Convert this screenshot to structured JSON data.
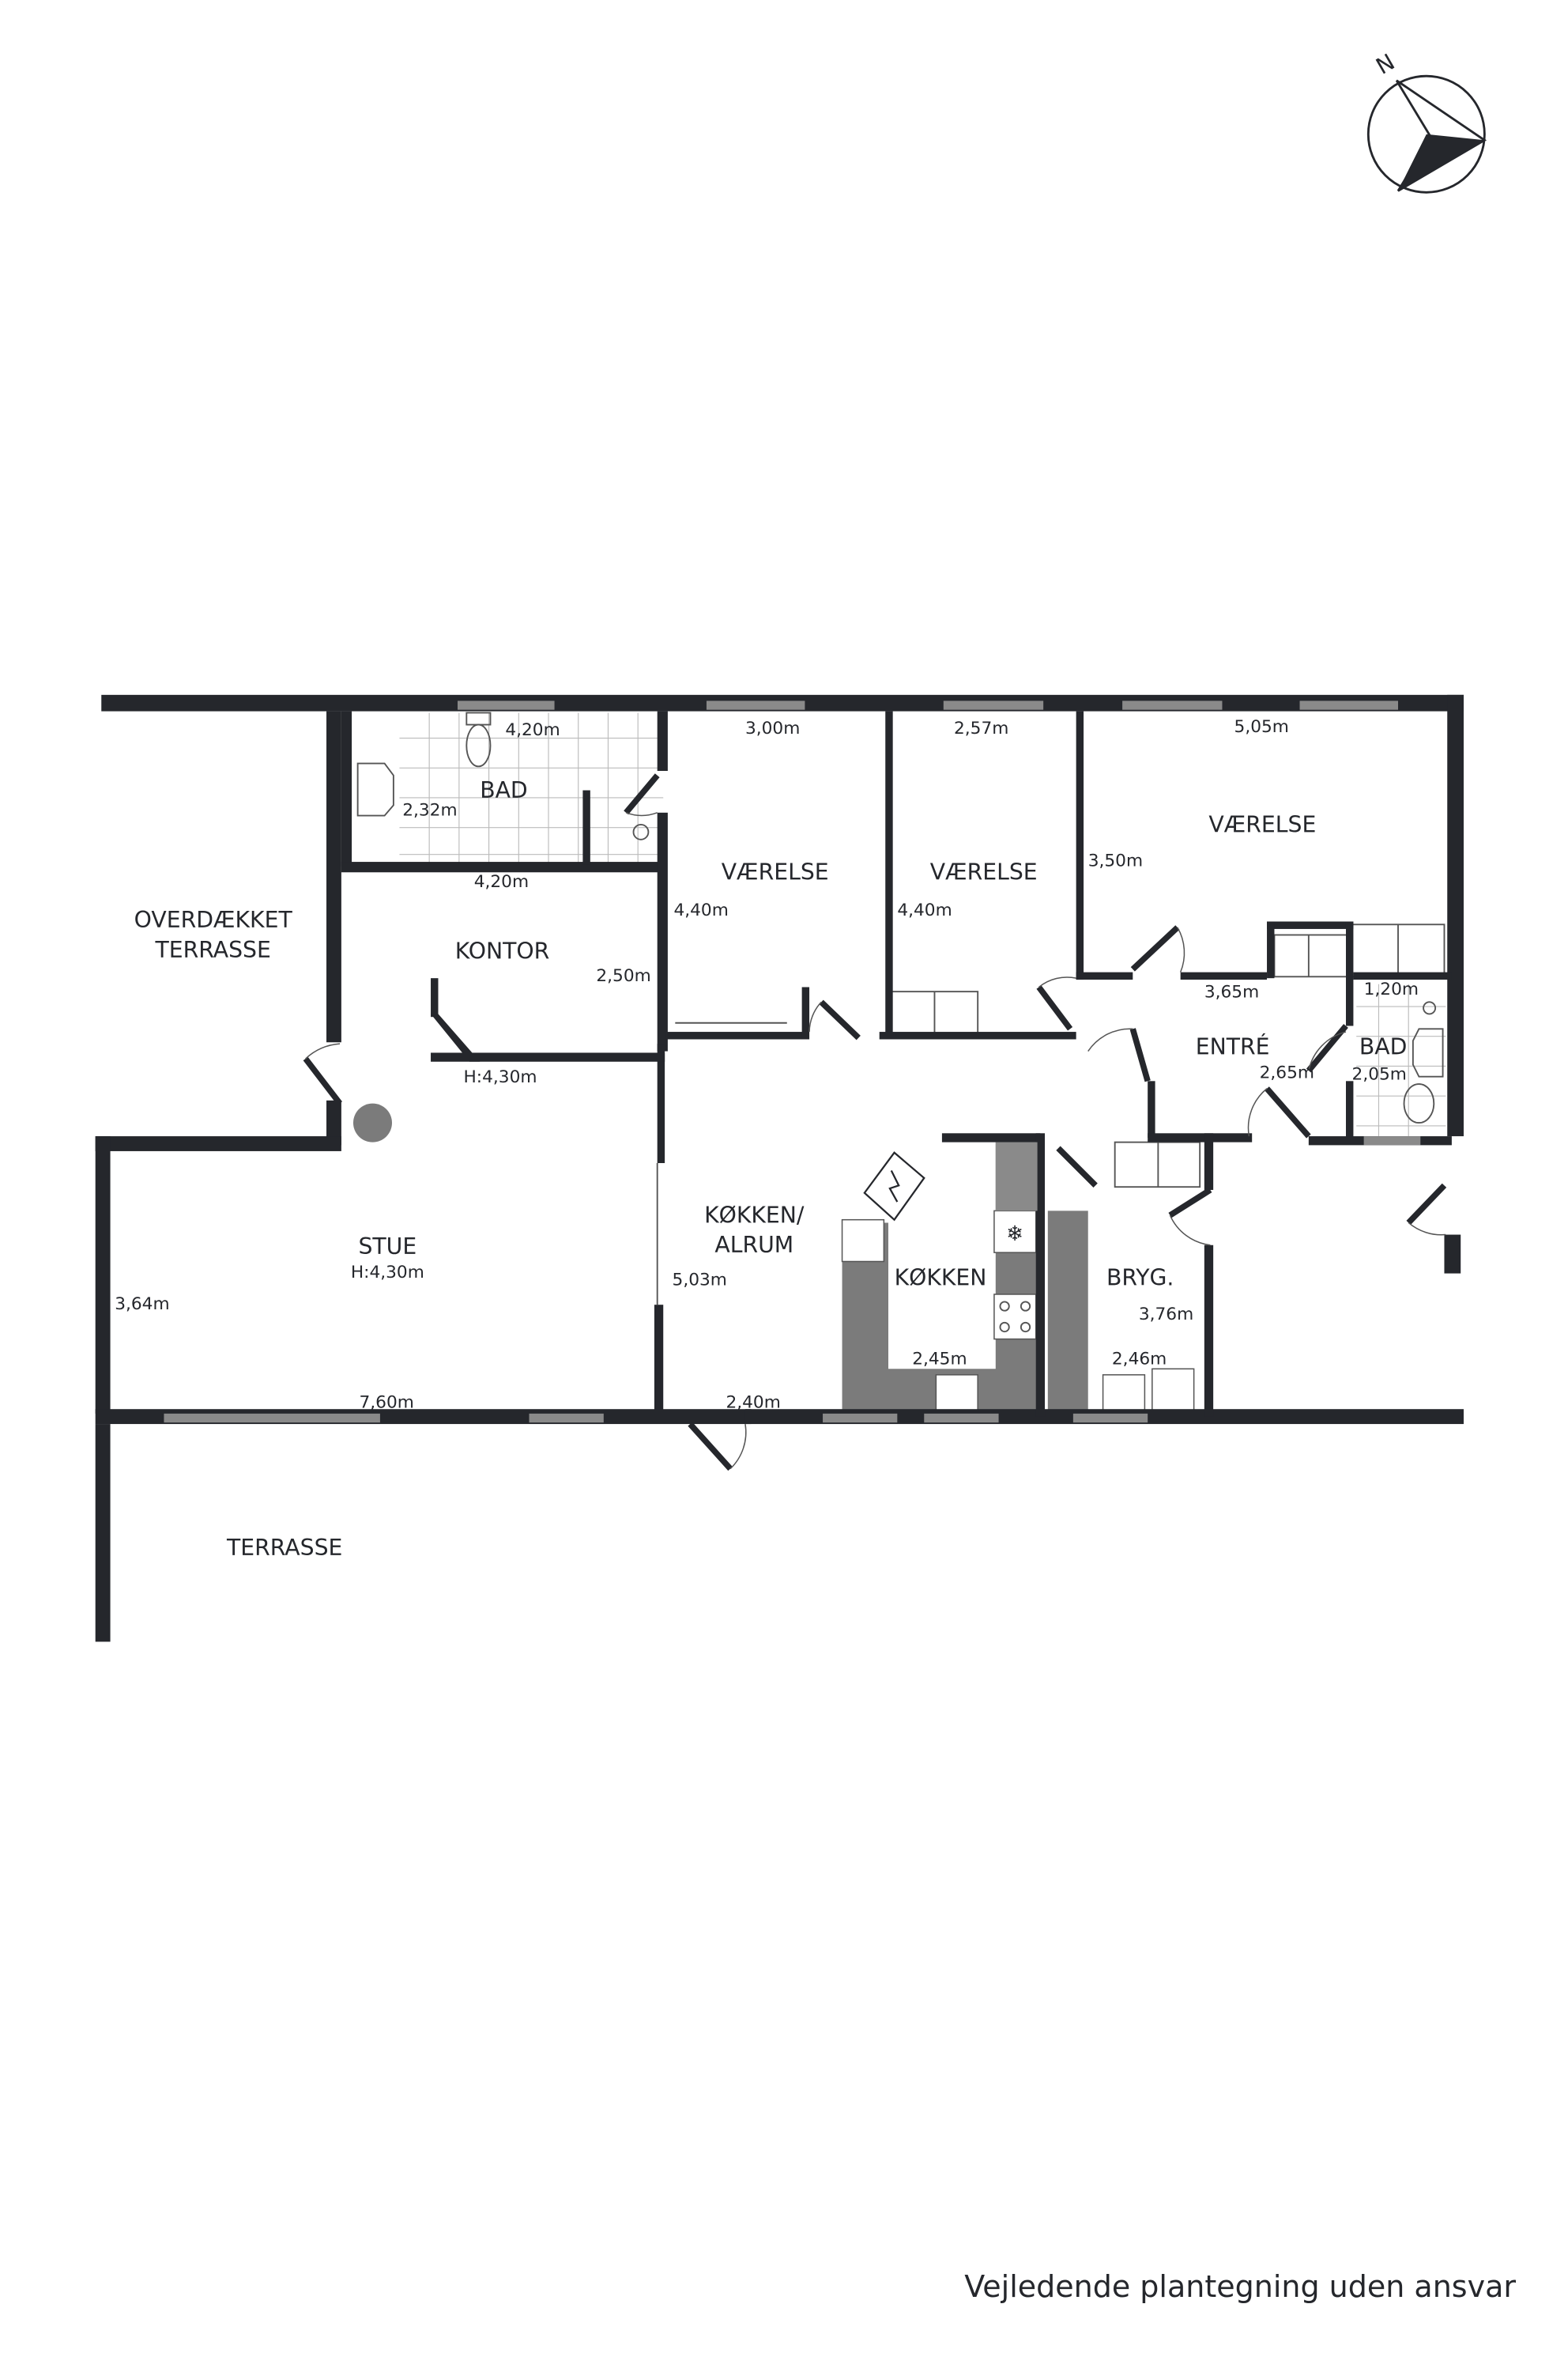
{
  "rooms": {
    "overdaekket_terrasse_1": "OVERDÆKKET",
    "overdaekket_terrasse_2": "TERRASSE",
    "bad1": "BAD",
    "kontor": "KONTOR",
    "vaerelse1": "VÆRELSE",
    "vaerelse2": "VÆRELSE",
    "vaerelse3": "VÆRELSE",
    "entre": "ENTRÉ",
    "bad2": "BAD",
    "stue": "STUE",
    "stue_height": "H:4,30m",
    "kokken_alrum_1": "KØKKEN/",
    "kokken_alrum_2": "ALRUM",
    "kokken": "KØKKEN",
    "bryg": "BRYG.",
    "terrasse": "TERRASSE"
  },
  "dimensions": {
    "bad1_w": "4,20m",
    "bad1_h": "2,32m",
    "kontor_w": "4,20m",
    "kontor_h": "2,50m",
    "kontor_height": "H:4,30m",
    "v1_w": "3,00m",
    "v1_h": "4,40m",
    "v2_w": "2,57m",
    "v2_h": "4,40m",
    "v3_w": "5,05m",
    "v3_h": "3,50m",
    "entre_w": "3,65m",
    "entre_h": "2,65m",
    "bad2_w": "1,20m",
    "bad2_h": "2,05m",
    "stue_w": "7,60m",
    "stue_h": "3,64m",
    "alrum_w": "2,40m",
    "alrum_h": "5,03m",
    "kokken_w": "2,45m",
    "bryg_w": "2,46m",
    "bryg_h": "3,76m"
  },
  "compass": {
    "label": "N"
  },
  "footer": "Vejledende plantegning uden ansvar"
}
